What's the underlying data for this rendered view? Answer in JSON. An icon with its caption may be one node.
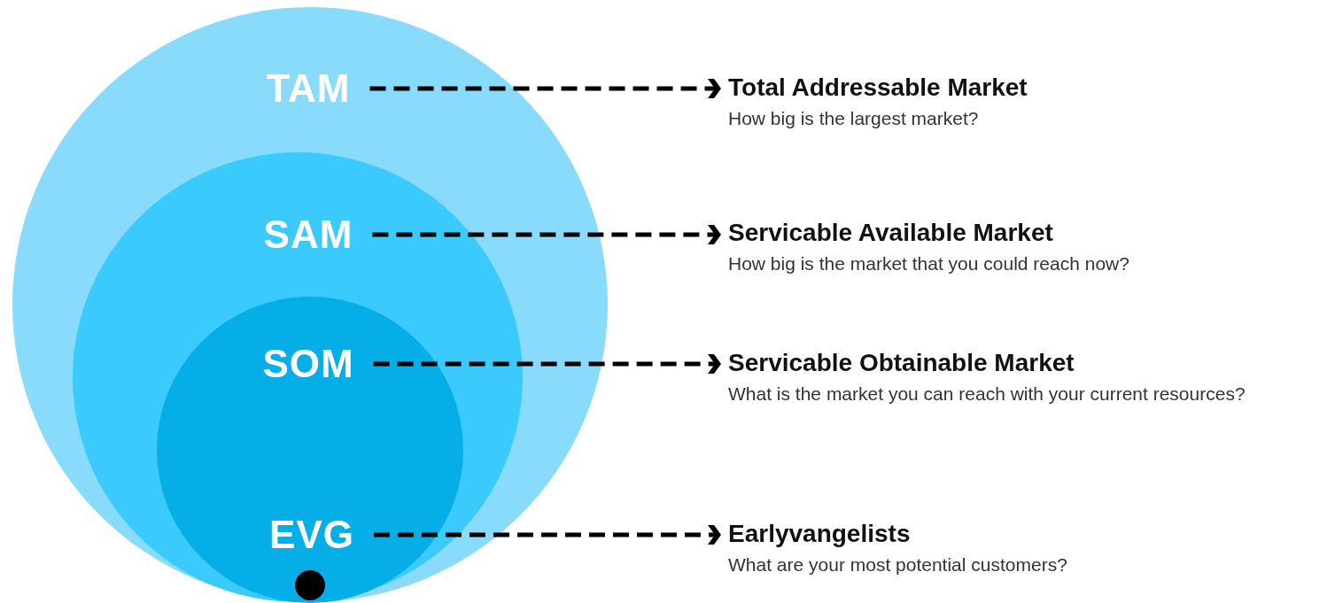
{
  "diagram": {
    "nodes": [
      {
        "text": [
          "TAM"
        ]
      },
      {
        "text": [
          "SAM"
        ],
        "in": 0
      },
      {
        "text": [
          "SOM"
        ],
        "in": 1
      },
      {
        "text": [
          "EVG"
        ],
        "in": 2
      },
      {
        "text": [],
        "shape": "circle",
        "in": 2
      },
      {
        "text": [
          "Total Addressable Market",
          "How big is the largest market?"
        ]
      },
      {
        "text": [
          "Servicable Available Market",
          "How big is the market that you could reach now?"
        ]
      },
      {
        "text": [
          "Servicable Obtainable Market",
          "What is the market you can reach with your current resources?"
        ]
      },
      {
        "text": [
          "Earlyvangelists",
          "What are your most potential customers?"
        ]
      }
    ],
    "edges": [
      {
        "from": 0,
        "to": 5,
        "arrow": "to",
        "style": "dashed"
      },
      {
        "from": 1,
        "to": 6,
        "arrow": "to",
        "style": "dashed"
      },
      {
        "from": 2,
        "to": 7,
        "arrow": "to",
        "style": "dashed"
      },
      {
        "from": 3,
        "to": 8,
        "arrow": "to",
        "style": "dashed"
      }
    ]
  }
}
